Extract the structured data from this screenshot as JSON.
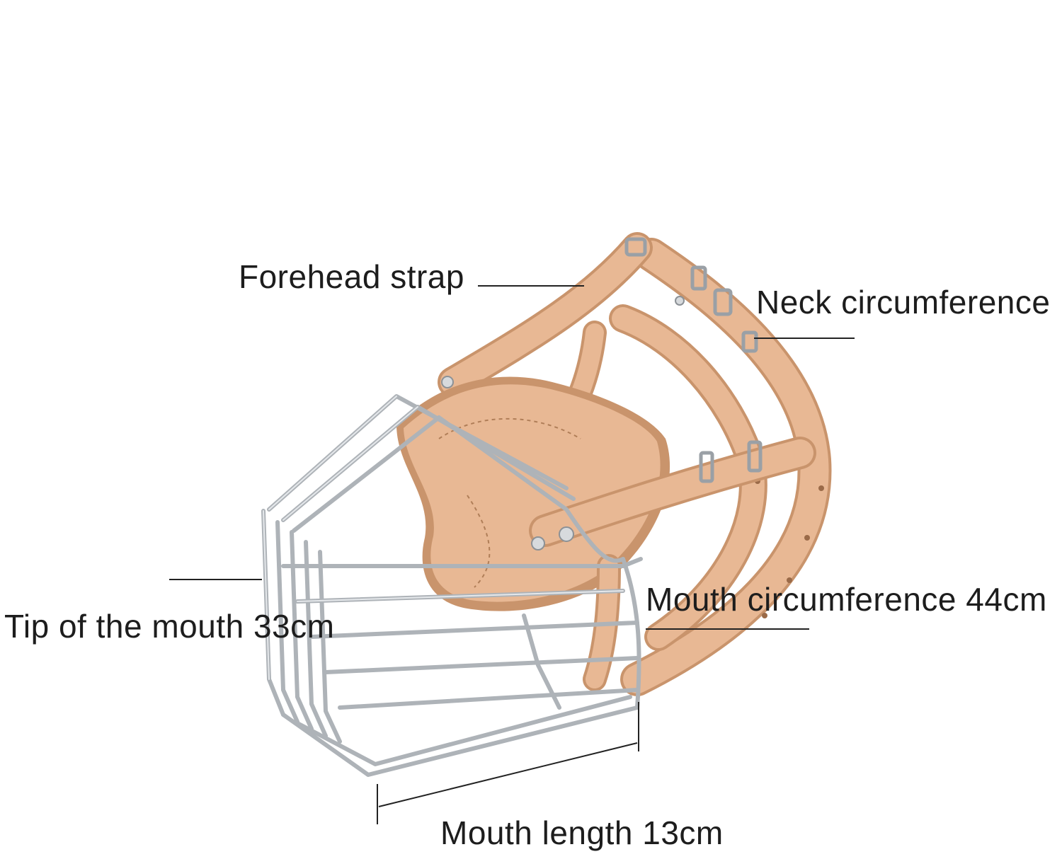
{
  "labels": {
    "forehead_strap": "Forehead strap",
    "neck_circumference": "Neck circumference",
    "mouth_circumference": "Mouth circumference 44cm",
    "tip_of_mouth": "Tip of the mouth 33cm",
    "mouth_length": "Mouth length 13cm"
  },
  "colors": {
    "leather": "#e8b894",
    "leather_shadow": "#c9946c",
    "wire": "#b4b8bd",
    "leader": "#222222"
  }
}
